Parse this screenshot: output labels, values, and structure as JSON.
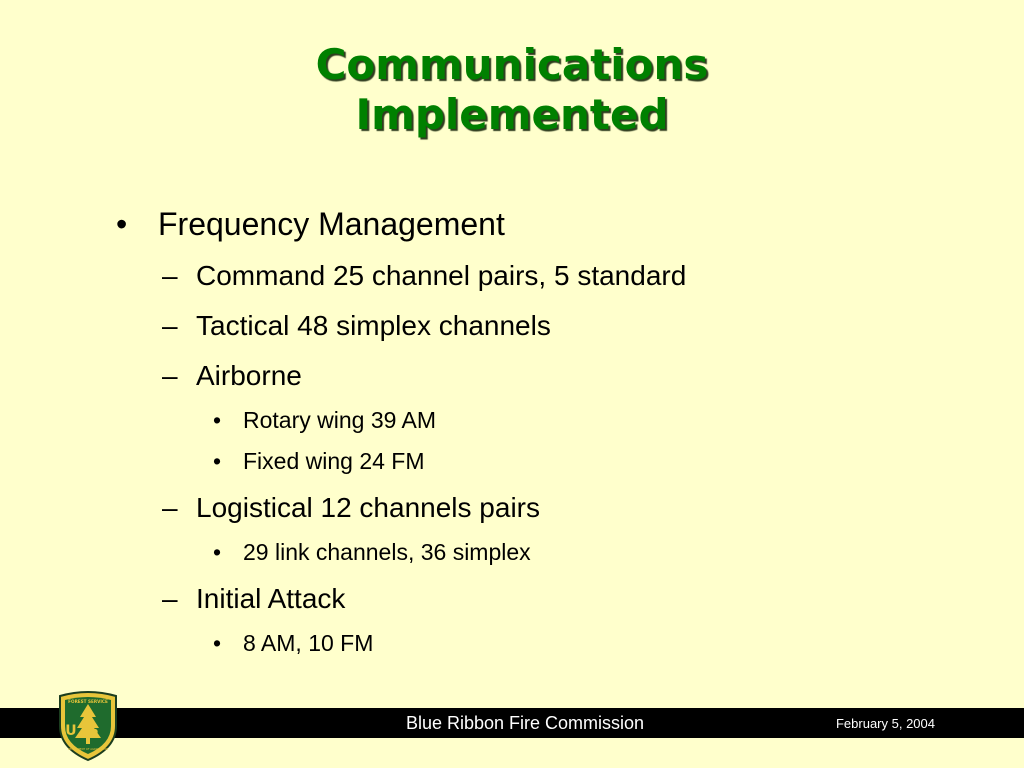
{
  "slide": {
    "title_line1": "Communications",
    "title_line2": "Implemented",
    "items": [
      {
        "level": 1,
        "marker": "•",
        "text": "Frequency Management"
      },
      {
        "level": 2,
        "marker": "–",
        "text": "Command 25 channel pairs, 5 standard"
      },
      {
        "level": 2,
        "marker": "–",
        "text": "Tactical 48 simplex channels"
      },
      {
        "level": 2,
        "marker": "–",
        "text": "Airborne"
      },
      {
        "level": 3,
        "marker": "•",
        "text": "Rotary wing 39 AM"
      },
      {
        "level": 3,
        "marker": "•",
        "text": "Fixed wing 24 FM"
      },
      {
        "level": 2,
        "marker": "–",
        "text": "Logistical 12 channels pairs"
      },
      {
        "level": 3,
        "marker": "•",
        "text": "29 link channels, 36 simplex"
      },
      {
        "level": 2,
        "marker": "–",
        "text": "Initial Attack"
      },
      {
        "level": 3,
        "marker": "•",
        "text": "8 AM, 10 FM"
      }
    ]
  },
  "footer": {
    "title": "Blue Ribbon Fire Commission",
    "date": "February 5, 2004"
  },
  "logo": {
    "icon": "forest-service-shield-icon",
    "text_top": "FOREST SERVICE",
    "text_main": "US",
    "text_bottom": "DEPARTMENT OF AGRICULTURE"
  },
  "colors": {
    "background": "#ffffcc",
    "title": "#008000",
    "footer_bar": "#000000",
    "shield_green": "#1f6b2d",
    "shield_yellow": "#e8c53a"
  }
}
